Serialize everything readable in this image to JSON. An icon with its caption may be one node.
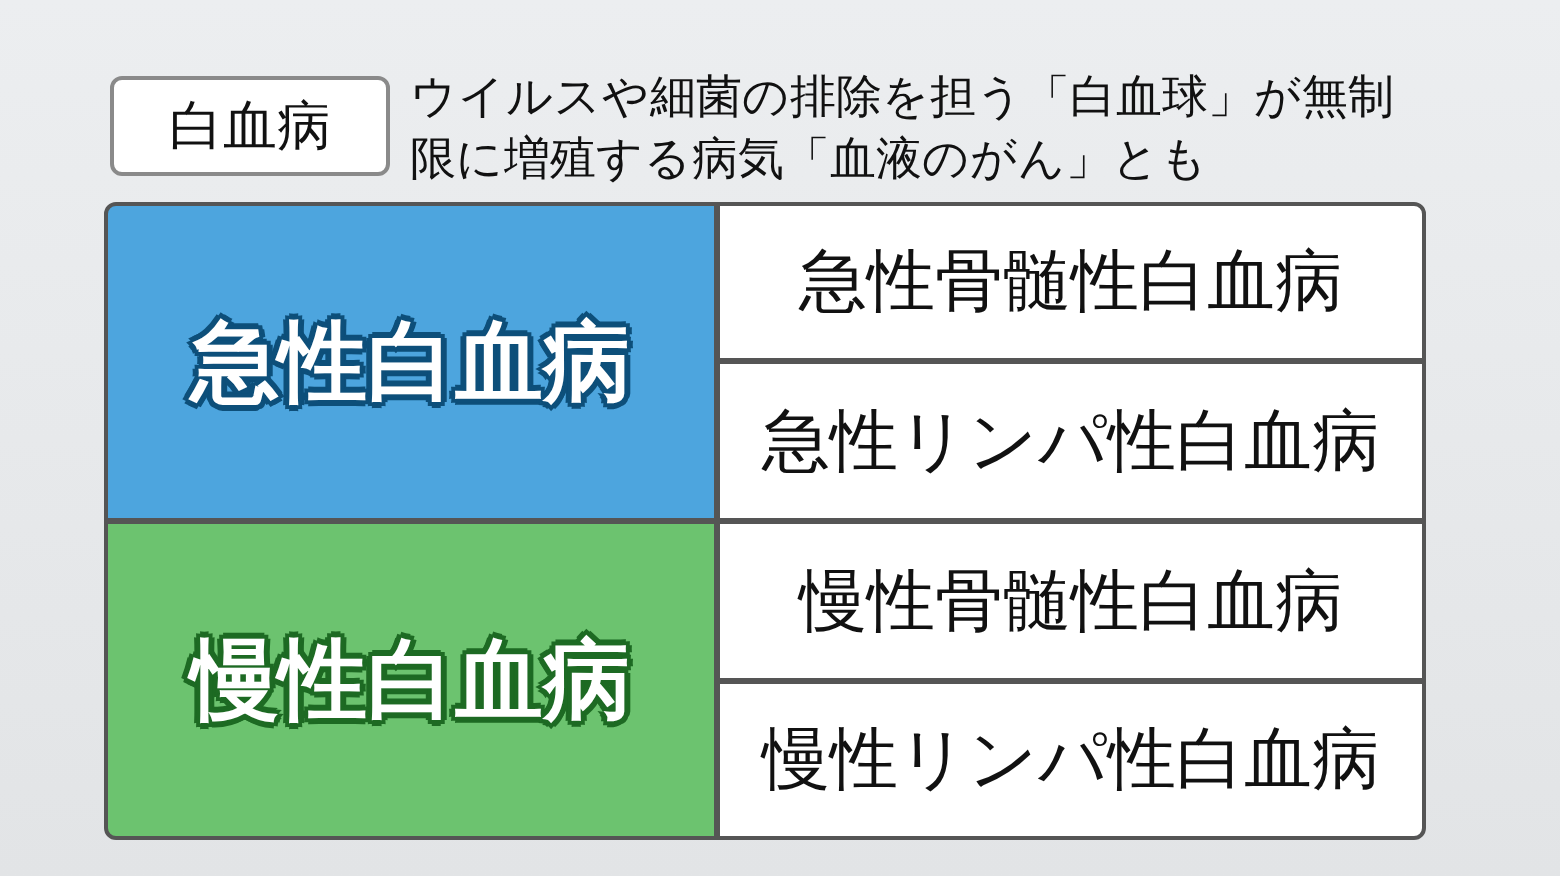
{
  "diagram": {
    "nodes": [
      {
        "text": [
          "白血病"
        ],
        "beside": [
          "ウイルスや細菌の排除を担う「白血球」が無制限に増殖する病気「血液のがん」とも"
        ]
      },
      {
        "text": [
          "急性白血病"
        ]
      },
      {
        "text": [
          "急性骨髄性白血病"
        ]
      },
      {
        "text": [
          "急性リンパ性白血病"
        ]
      },
      {
        "text": [
          "慢性白血病"
        ]
      },
      {
        "text": [
          "慢性骨髄性白血病"
        ]
      },
      {
        "text": [
          "慢性リンパ性白血病"
        ]
      }
    ]
  }
}
